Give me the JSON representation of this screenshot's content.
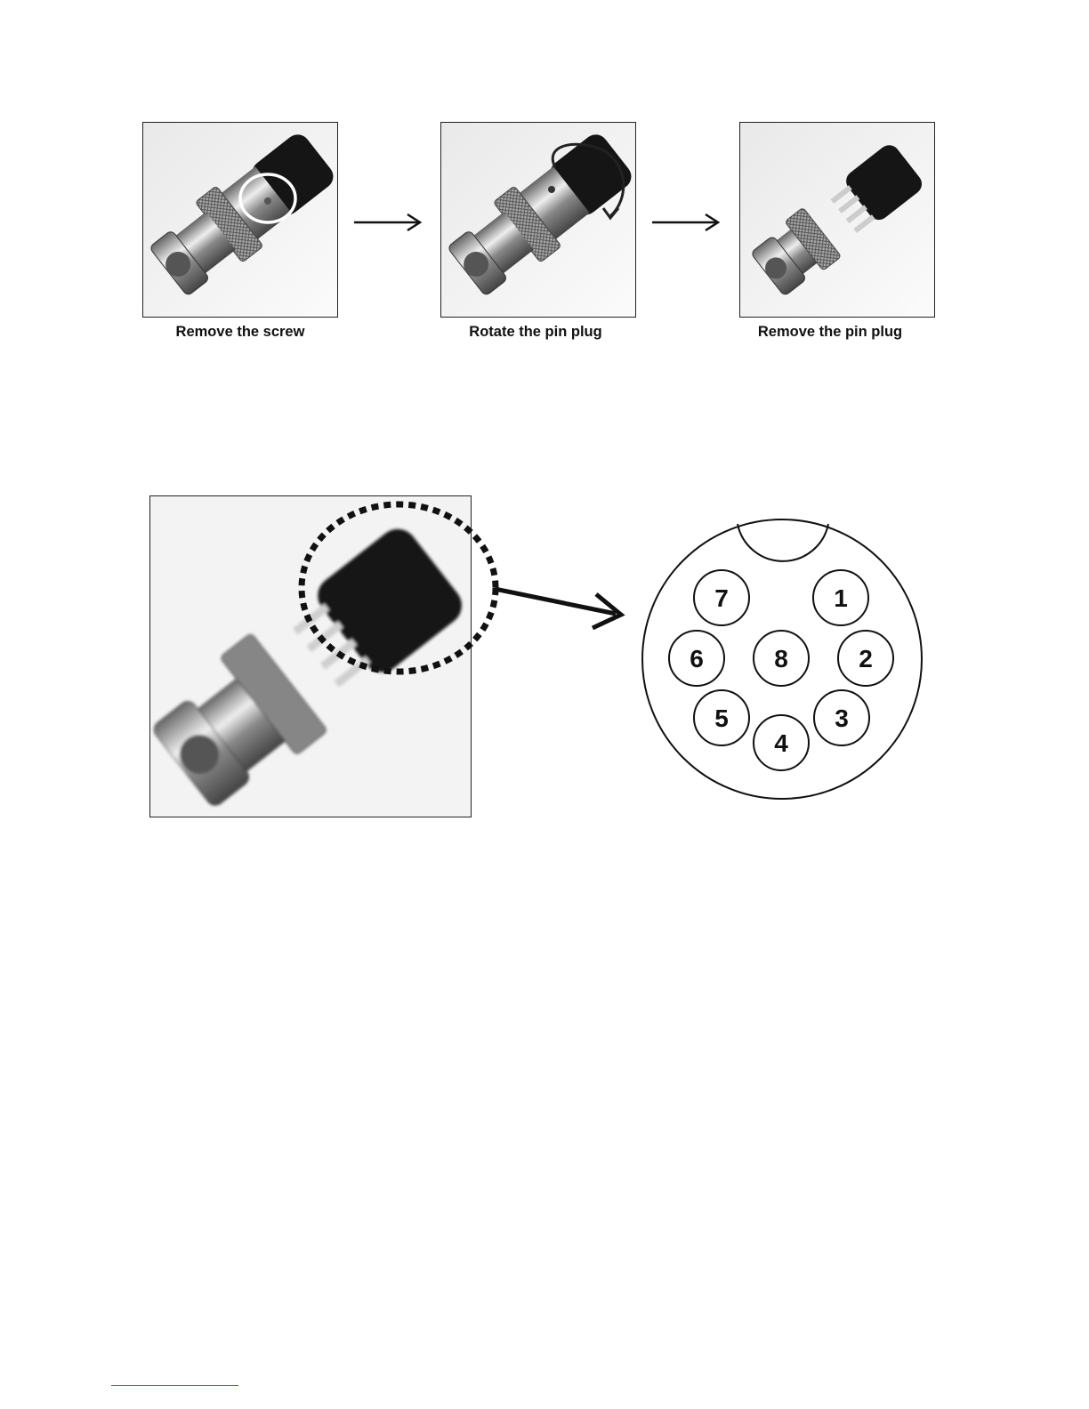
{
  "steps": [
    {
      "caption": "Remove the screw"
    },
    {
      "caption": "Rotate the pin plug"
    },
    {
      "caption": "Remove the pin plug"
    }
  ],
  "pinout": {
    "pins": [
      "1",
      "2",
      "3",
      "4",
      "5",
      "6",
      "7",
      "8"
    ]
  },
  "colors": {
    "line": "#111111",
    "highlight_circle": "#ffffff",
    "footnote_rule": "#3b5bdb"
  }
}
